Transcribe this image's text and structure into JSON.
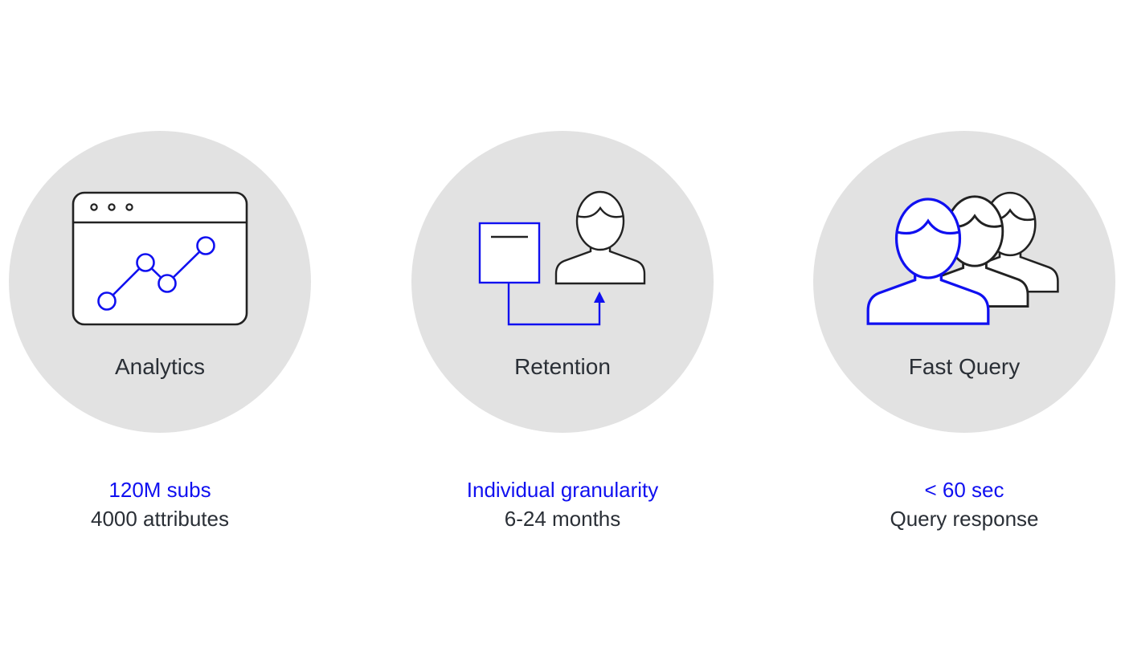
{
  "colors": {
    "circle": "#e2e2e2",
    "accent": "#1010f0",
    "ink": "#2a2f36"
  },
  "features": [
    {
      "label": "Analytics",
      "icon": "browser-chart-icon",
      "highlight": "120M subs",
      "detail": "4000 attributes"
    },
    {
      "label": "Retention",
      "icon": "document-to-person-icon",
      "highlight": "Individual granularity",
      "detail": "6-24 months"
    },
    {
      "label": "Fast Query",
      "icon": "people-group-icon",
      "highlight": "< 60 sec",
      "detail": "Query response"
    }
  ]
}
